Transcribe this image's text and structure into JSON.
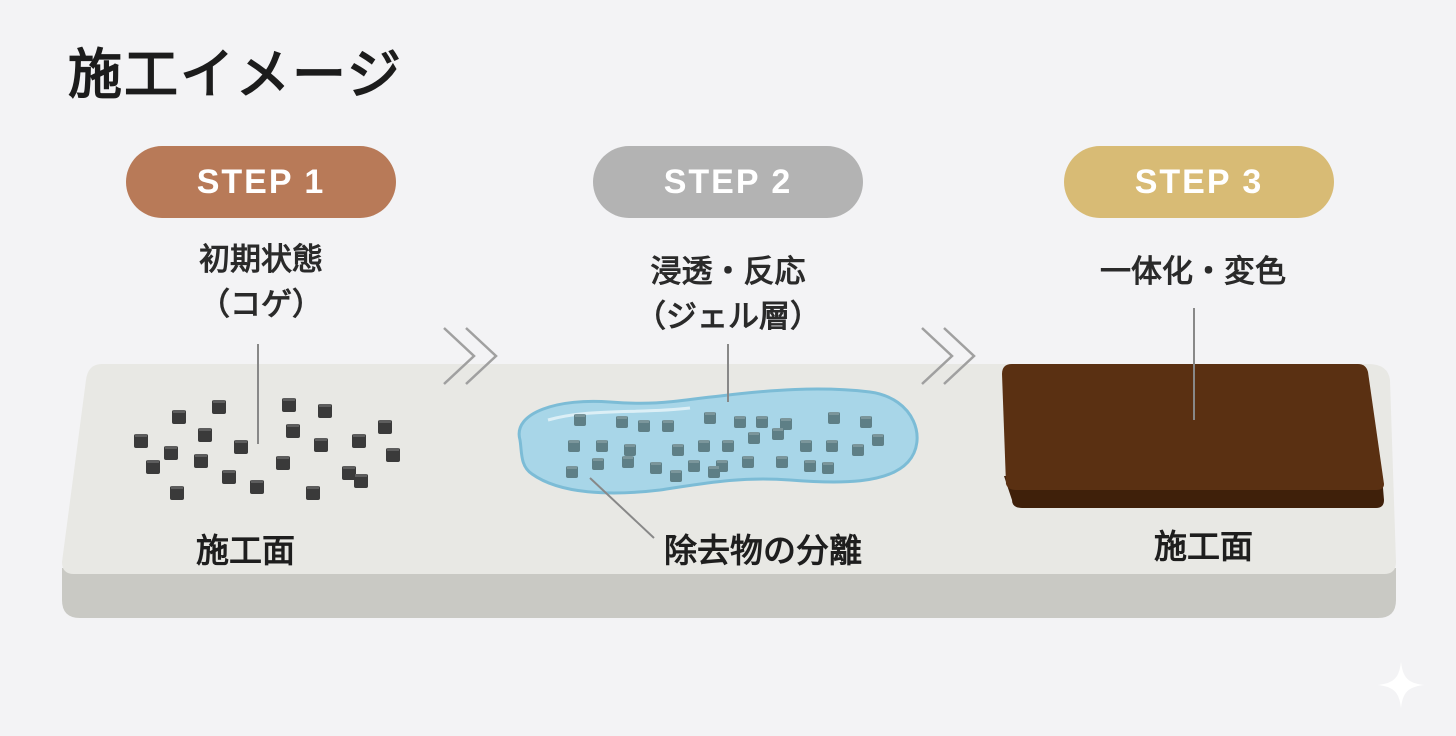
{
  "title": "施工イメージ",
  "steps": [
    {
      "pill": "STEP 1",
      "color": "#b87a58",
      "label_line1": "初期状態",
      "label_line2": "（コゲ）",
      "surface_label": "施工面"
    },
    {
      "pill": "STEP 2",
      "color": "#b3b3b3",
      "label_line1": "浸透・反応",
      "label_line2": "（ジェル層）",
      "surface_label": "除去物の分離"
    },
    {
      "pill": "STEP 3",
      "color": "#d8bb75",
      "label_line1": "一体化・変色",
      "label_line2": "",
      "surface_label": "施工面"
    }
  ],
  "colors": {
    "slab_top": "#e8e8e4",
    "slab_front": "#c9c9c4",
    "residue": "#3a3a3a",
    "gel_fill": "#a8d6e8",
    "gel_stroke": "#7cbcd6",
    "gel_particle": "#5e7f86",
    "brown_block": "#5a3012",
    "arrow": "#a0a0a0",
    "leader_line": "#888888"
  },
  "icons": [
    "double-chevron-right-icon",
    "sparkle-icon"
  ]
}
